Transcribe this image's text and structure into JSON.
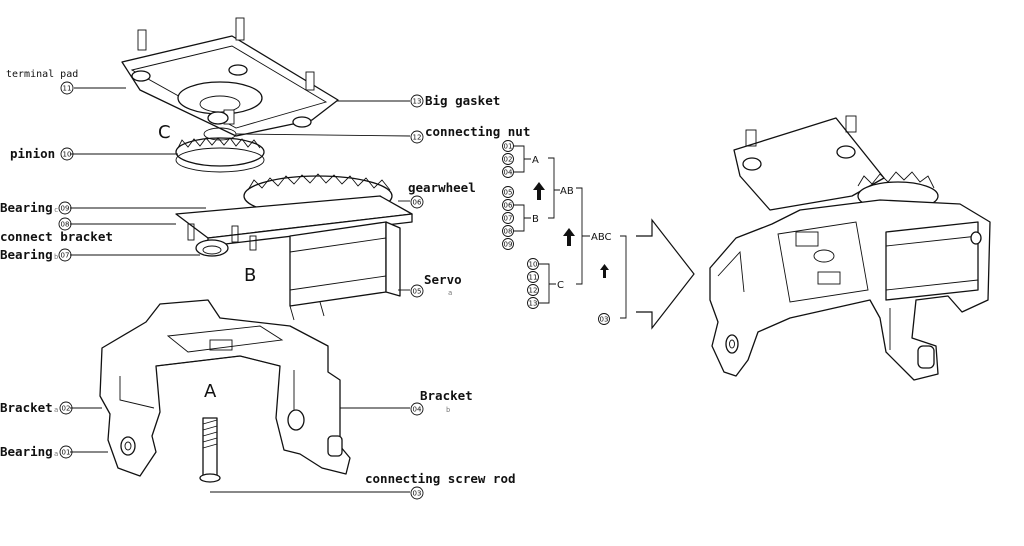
{
  "diagram": {
    "assembly_letters": {
      "c": "C",
      "b": "B",
      "a": "A"
    },
    "labels": {
      "terminal_pad": {
        "text": "terminal pad",
        "num": "11"
      },
      "big_gasket": {
        "text": "Big gasket",
        "num": "13"
      },
      "connecting_nut": {
        "text": "connecting nut",
        "num": "12"
      },
      "pinion": {
        "text": "pinion",
        "num": "10"
      },
      "gearwheel": {
        "text": "gearwheel",
        "num": "06"
      },
      "bearing_c": {
        "text": "Bearing",
        "sub": "c",
        "num": "09"
      },
      "connect_bracket": {
        "text": "connect bracket",
        "num": "08"
      },
      "bearing_b": {
        "text": "Bearing",
        "sub": "b",
        "num": "07"
      },
      "servo": {
        "text": "Servo",
        "sub": "a",
        "num": "05"
      },
      "bracket_a": {
        "text": "Bracket",
        "sub": "a",
        "num": "02"
      },
      "bracket_b": {
        "text": "Bracket",
        "sub": "b",
        "num": "04"
      },
      "bearing_a": {
        "text": "Bearing",
        "sub": "a",
        "num": "01"
      },
      "screw_rod": {
        "text": "connecting screw rod",
        "num": "03"
      }
    },
    "tree": {
      "group_a": {
        "label": "A",
        "nums": [
          "01",
          "02",
          "04"
        ]
      },
      "group_b": {
        "label": "B",
        "nums": [
          "05",
          "06",
          "07",
          "08",
          "09"
        ]
      },
      "group_c": {
        "label": "C",
        "nums": [
          "10",
          "11",
          "12",
          "13"
        ]
      },
      "ab_label": "AB",
      "abc_label": "ABC",
      "final_num": "03"
    }
  }
}
